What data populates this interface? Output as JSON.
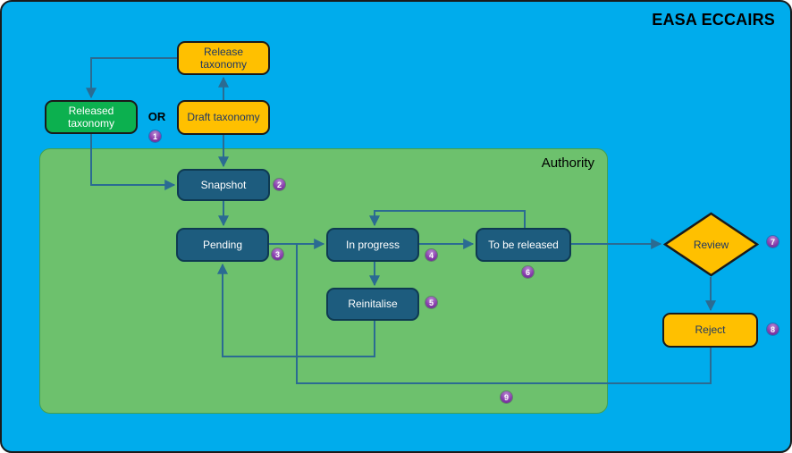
{
  "title": "EASA ECCAIRS",
  "diagram": {
    "or_label": "OR",
    "region": {
      "label": "Authority"
    },
    "nodes": {
      "release_taxonomy": {
        "label": "Release taxonomy",
        "type": "action"
      },
      "released_taxonomy": {
        "label": "Released taxonomy",
        "type": "artifact"
      },
      "draft_taxonomy": {
        "label": "Draft taxonomy",
        "type": "action"
      },
      "snapshot": {
        "label": "Snapshot",
        "type": "state"
      },
      "pending": {
        "label": "Pending",
        "type": "state"
      },
      "in_progress": {
        "label": "In progress",
        "type": "state"
      },
      "reinitalise": {
        "label": "Reinitalise",
        "type": "state"
      },
      "to_be_released": {
        "label": "To be released",
        "type": "state"
      },
      "review": {
        "label": "Review",
        "type": "decision"
      },
      "reject": {
        "label": "Reject",
        "type": "action"
      }
    },
    "edges": [
      {
        "from": "release_taxonomy",
        "to": "released_taxonomy"
      },
      {
        "from": "draft_taxonomy",
        "to": "release_taxonomy"
      },
      {
        "from": "draft_taxonomy",
        "to": "snapshot"
      },
      {
        "from": "released_taxonomy",
        "to": "snapshot"
      },
      {
        "from": "snapshot",
        "to": "pending"
      },
      {
        "from": "pending",
        "to": "in_progress"
      },
      {
        "from": "in_progress",
        "to": "to_be_released"
      },
      {
        "from": "to_be_released",
        "to": "in_progress"
      },
      {
        "from": "in_progress",
        "to": "reinitalise"
      },
      {
        "from": "reinitalise",
        "to": "pending"
      },
      {
        "from": "to_be_released",
        "to": "review"
      },
      {
        "from": "review",
        "to": "reject"
      },
      {
        "from": "reject",
        "to": "in_progress"
      }
    ],
    "step_badges": [
      "1",
      "2",
      "3",
      "4",
      "5",
      "6",
      "7",
      "8",
      "9"
    ]
  },
  "colors": {
    "canvas_blue": "#00ACEC",
    "region_green": "#6DC16D",
    "region_border_green": "#44A04E",
    "state_blue": "#1D5C7E",
    "state_border": "#0E3A52",
    "action_orange": "#FFC000",
    "released_green": "#0CB04F",
    "node_border_dark": "#1A1A1A",
    "connector_blue": "#2B6B92",
    "badge_purple": "#8A3FAE",
    "badge_purple_light": "#B98BD3",
    "text_dark": "#1F3864",
    "text_light": "#FFFFFF",
    "title_black": "#000000"
  }
}
